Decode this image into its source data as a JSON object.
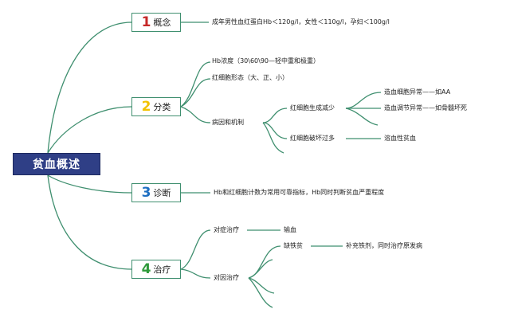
{
  "root": "贫血概述",
  "branches": [
    {
      "num": "1",
      "color": "#c62828",
      "label": "概念"
    },
    {
      "num": "2",
      "color": "#f2c200",
      "label": "分类"
    },
    {
      "num": "3",
      "color": "#1e6fc2",
      "label": "诊断"
    },
    {
      "num": "4",
      "color": "#2e9a3a",
      "label": "治疗"
    }
  ],
  "concept": {
    "text": "成年男性血红蛋白Hb＜120g/l，女性＜110g/l，孕妇＜100g/l"
  },
  "classification": {
    "hb": "Hb浓度（30\\60\\90—轻中重和极重）",
    "shape": "红细胞形态（大、正、小）",
    "mechanism": "病因和机制",
    "production": "红细胞生成减少",
    "stem": "造血细胞异常——如AA",
    "regulation": "造血调节异常——如骨髓坏死",
    "destruction": "红细胞破坏过多",
    "hemolytic": "溶血性贫血"
  },
  "diagnosis": {
    "text": "Hb和红细胞计数为常用可靠指标，Hb同时判断贫血严重程度"
  },
  "treatment": {
    "symptomatic": "对症治疗",
    "transfusion": "输血",
    "causal": "对因治疗",
    "iron_def": "缺铁贫",
    "iron_tx": "补充铁剂，同时治疗原发病"
  },
  "colors": {
    "line": "#3f8f6f",
    "root_bg": "#2f3f86"
  }
}
